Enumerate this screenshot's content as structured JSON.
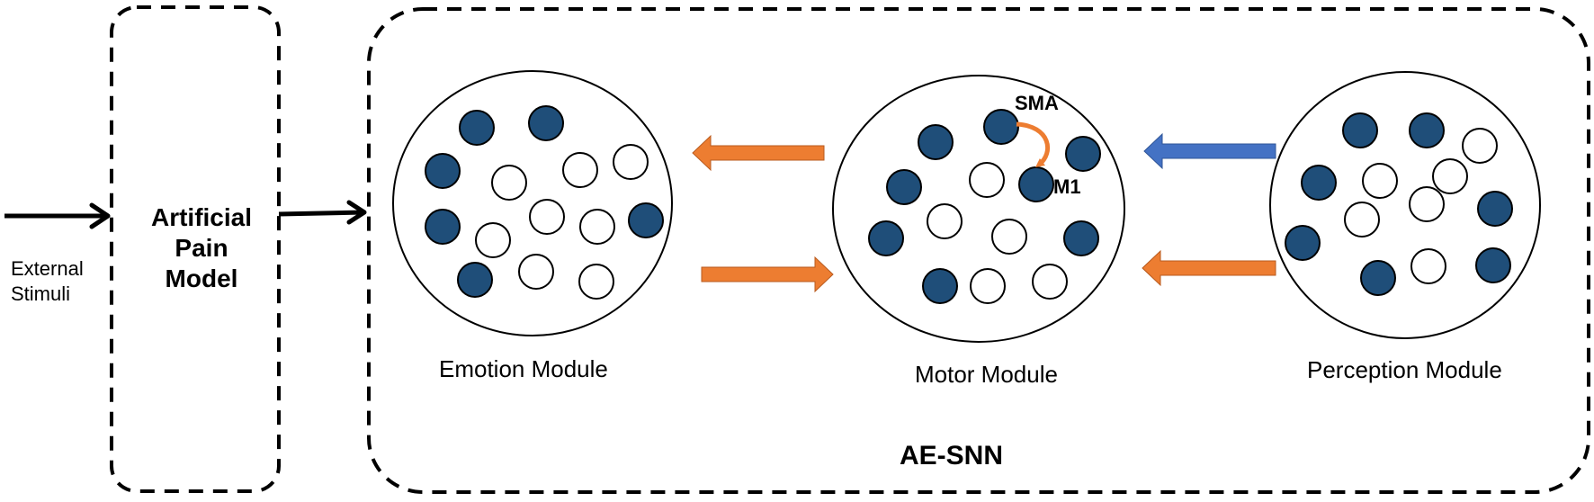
{
  "input": {
    "line1": "External",
    "line2": "Stimuli"
  },
  "pain_model": {
    "line1": "Artificial",
    "line2": "Pain",
    "line3": "Model"
  },
  "network": {
    "title": "AE-SNN"
  },
  "modules": {
    "emotion": {
      "label": "Emotion Module"
    },
    "motor": {
      "label": "Motor Module",
      "sma_label": "SMA",
      "m1_label": "M1"
    },
    "perception": {
      "label": "Perception Module"
    }
  },
  "colors": {
    "neuron_active": "#1f4e79",
    "neuron_inactive": "#ffffff",
    "arrow_orange": "#ed7d31",
    "arrow_blue": "#4472c4",
    "stroke": "#000000"
  }
}
